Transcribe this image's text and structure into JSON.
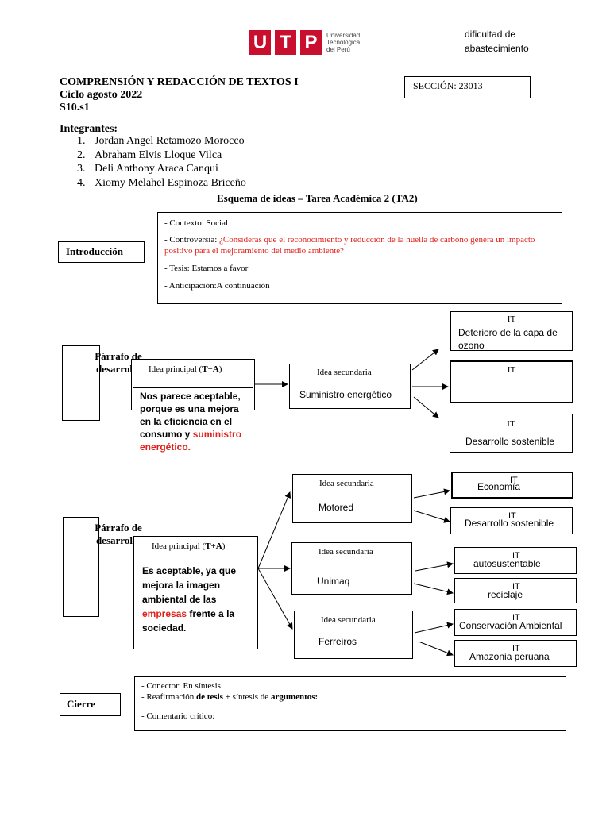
{
  "header": {
    "logo_letters": [
      "U",
      "T",
      "P"
    ],
    "logo_text": [
      "Universidad",
      "Tecnológica",
      "del Perú"
    ],
    "top_right_note": [
      "dificultad de",
      "abastecimiento"
    ]
  },
  "course": {
    "title": "COMPRENSIÓN Y REDACCIÓN DE TEXTOS I",
    "cycle": "Ciclo agosto 2022",
    "session": "S10.s1",
    "section": "SECCIÓN: 23013"
  },
  "members": {
    "heading": "Integrantes:",
    "list": [
      {
        "n": "1.",
        "name": "Jordan Angel Retamozo Morocco"
      },
      {
        "n": "2.",
        "name": "Abraham Elvis Lloque Vilca"
      },
      {
        "n": "3.",
        "name": "Deli Anthony Araca Canqui"
      },
      {
        "n": "4.",
        "name": "Xiomy Melahel Espinoza Briceño"
      }
    ]
  },
  "schema_title": "Esquema de ideas – Tarea Académica 2 (TA2)",
  "intro": {
    "label": "Introducción",
    "contexto": "- Contexto: Social",
    "controversia_prefix": "- Controversia: ",
    "controversia_text": "¿Consideras que el reconocimiento y reducción de la huella de carbono genera un impacto positivo para el mejoramiento del medio ambiente?",
    "tesis": "- Tesis: Estamos a favor",
    "anticipacion": "- Anticipación:A continuación"
  },
  "p1": {
    "label": "Párrafo de desarrollo",
    "idea_principal_label": "Idea principal (",
    "idea_principal_bold": "T+A",
    "idea_principal_close": ")",
    "idea_text_a": "Nos parece aceptable, porque es una mejora en la eficiencia en el consumo y ",
    "idea_text_red": "suministro energético.",
    "secundaria_label": "Idea secundaria",
    "secundaria_text": "Suministro energético",
    "it": [
      {
        "label": "IT",
        "text": "Deterioro de la capa de ozono"
      },
      {
        "label": "IT",
        "text": ""
      },
      {
        "label": "IT",
        "text": "Desarrollo sostenible"
      }
    ]
  },
  "p2": {
    "label": "Párrafo de desarrollo",
    "idea_principal_label": "Idea principal (",
    "idea_principal_bold": "T+A",
    "idea_principal_close": ")",
    "idea_text_a": "Es aceptable, ya que mejora la imagen ambiental de las ",
    "idea_text_red": "empresas",
    "idea_text_b": " frente a la sociedad.",
    "secundarias": [
      {
        "label": "Idea secundaria",
        "text": "Motored"
      },
      {
        "label": "Idea secundaria",
        "text": "Unimaq"
      },
      {
        "label": "Idea secundaria",
        "text": "Ferreiros"
      }
    ],
    "it": [
      {
        "label": "IT",
        "text": "Economía"
      },
      {
        "label": "IT",
        "text": "Desarrollo sostenible"
      },
      {
        "label": "IT",
        "text": "autosustentable"
      },
      {
        "label": "IT",
        "text": "reciclaje"
      },
      {
        "label": "IT",
        "text": "Conservación Ambiental"
      },
      {
        "label": "IT",
        "text": "Amazonia peruana"
      }
    ]
  },
  "cierre": {
    "label": "Cierre",
    "conector": "- Conector: En síntesis",
    "reaf_a": "- Reafirmación ",
    "reaf_b": "de tesis",
    "reaf_c": " + síntesis de ",
    "reaf_d": "argumentos:",
    "comentario": "- Comentario crítico:"
  }
}
